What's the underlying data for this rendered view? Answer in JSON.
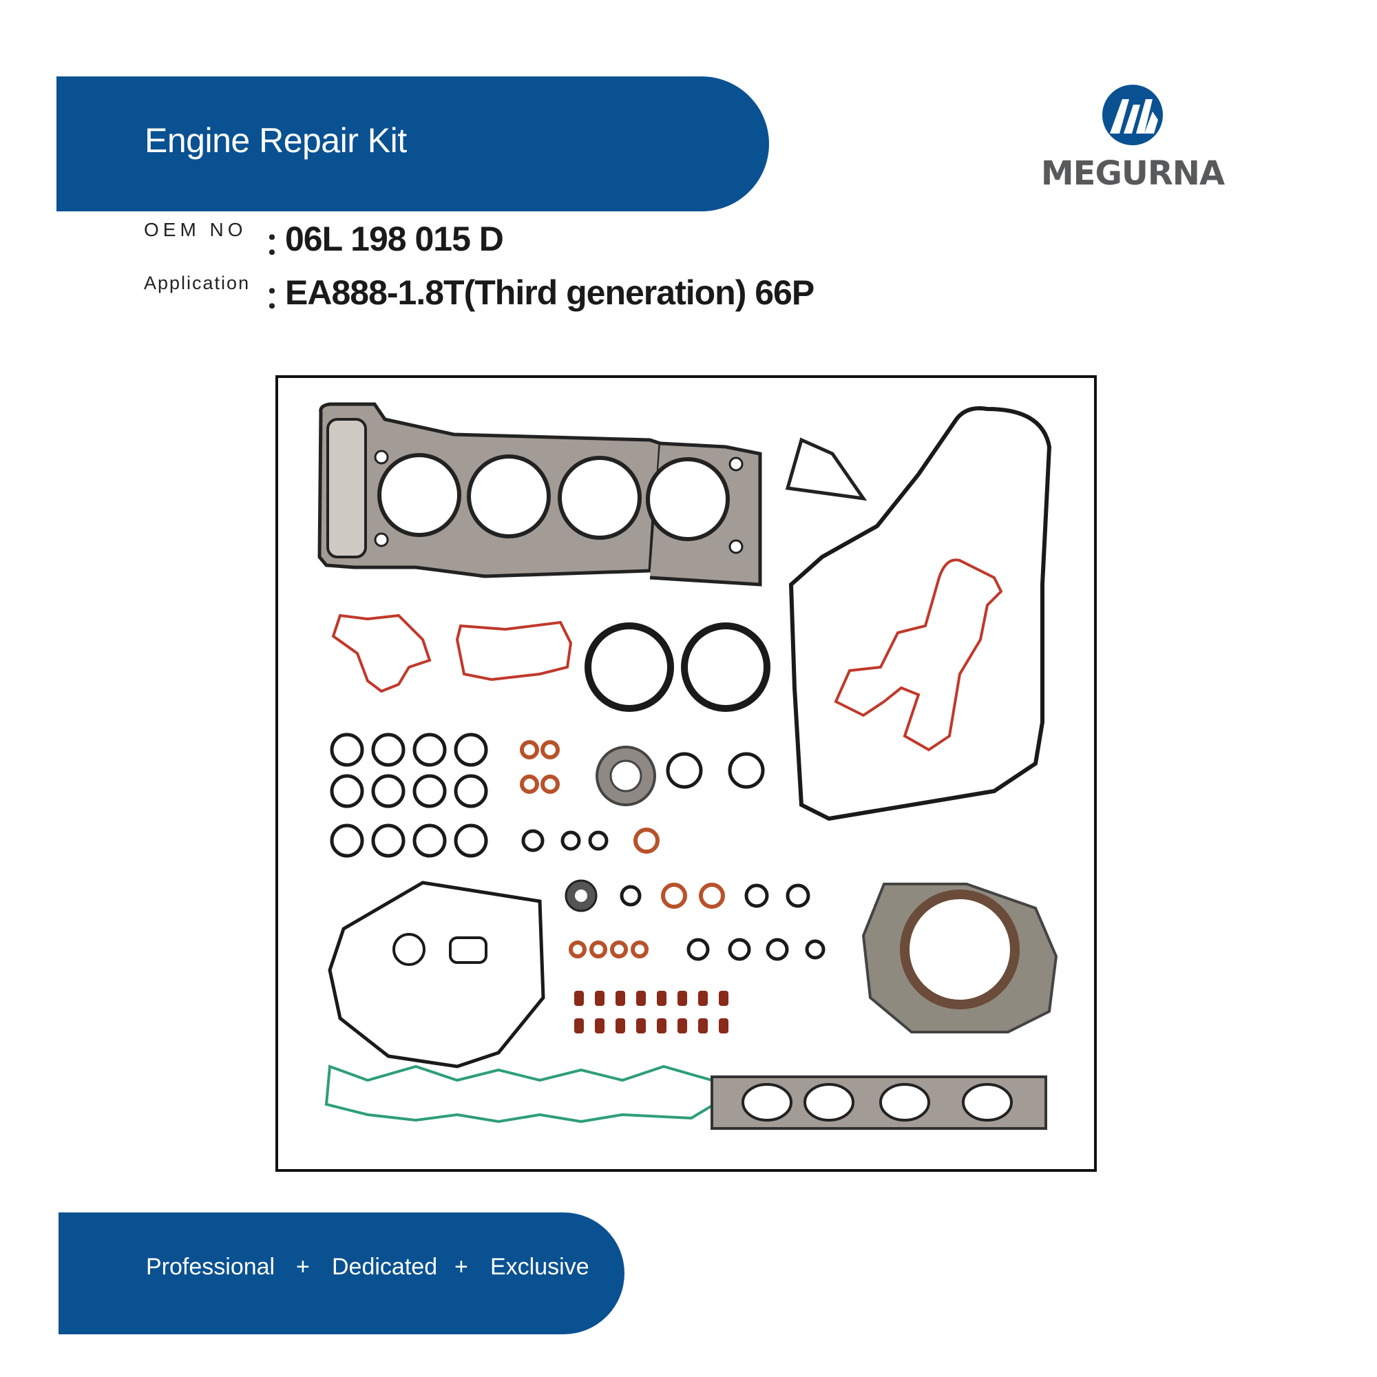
{
  "header": {
    "title": "Engine Repair Kit"
  },
  "brand": {
    "name": "MEGURNA",
    "color": "#0a5192",
    "icon": "megurna-m-logo-icon"
  },
  "specs": {
    "oem_label": "OEM NO",
    "oem_value": "06L 198 015 D",
    "application_label": "Application",
    "application_value": "EA888-1.8T(Third generation) 66P",
    "separator": "："
  },
  "footer": {
    "tags": [
      "Professional",
      "Dedicated",
      "Exclusive"
    ],
    "separator": "+"
  },
  "colors": {
    "banner": "#0a5192",
    "brand_text": "#58595b",
    "gasket_gray": "#9a9490",
    "gasket_black": "#1a1a1a",
    "gasket_red": "#c0392b",
    "gasket_orange": "#b8522a",
    "gasket_green": "#2e9e7a"
  }
}
